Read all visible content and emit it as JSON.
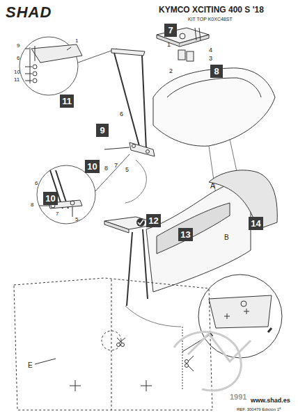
{
  "diagram": {
    "title": "SHAD",
    "nodes": [
      {
        "text": [
          "7"
        ]
      },
      {
        "text": [
          "8"
        ]
      },
      {
        "text": [
          "11"
        ]
      },
      {
        "text": [
          "9"
        ]
      },
      {
        "text": [
          "10"
        ]
      },
      {
        "text": [
          "10"
        ]
      },
      {
        "text": [
          "12"
        ]
      },
      {
        "text": [
          "13"
        ]
      },
      {
        "text": [
          "14"
        ]
      }
    ],
    "labels": [
      "KYMCO XCITING 400 S '18",
      "KIT TOP K0XC48ST",
      "9",
      "1",
      "6",
      "10",
      "11",
      "1",
      "4",
      "3",
      "2",
      "6",
      "5",
      "8",
      "7",
      "6",
      "8",
      "7",
      "5",
      "A",
      "B",
      "E",
      "1991",
      "www.shad.es",
      "REF. 300479 Edición 1ª"
    ]
  }
}
